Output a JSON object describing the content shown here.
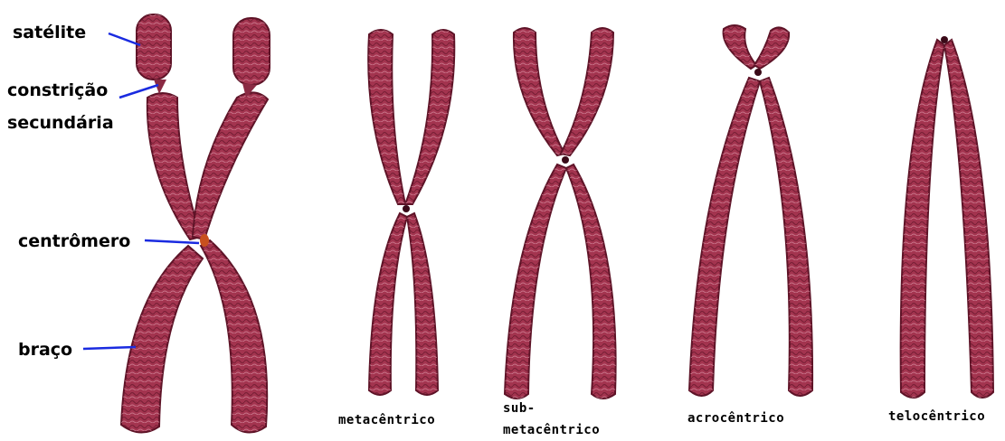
{
  "diagram": {
    "parts": {
      "satellite": "satélite",
      "secondary_constriction_line1": "constrição",
      "secondary_constriction_line2": "secundária",
      "centromere": "centrômero",
      "arm": "braço"
    },
    "types": {
      "metacentric": "metacêntrico",
      "submetacentric_line1": "sub-",
      "submetacentric_line2": "metacêntrico",
      "acrocentric": "acrocêntrico",
      "telocentric": "telocêntrico"
    },
    "colors": {
      "chromatid_fill": "#a3344f",
      "chromatid_dark": "#5e1327",
      "chromatid_highlight": "#d88fa1",
      "pointer_line": "#1a2be0",
      "centromere_mark": "#c8501e"
    }
  }
}
